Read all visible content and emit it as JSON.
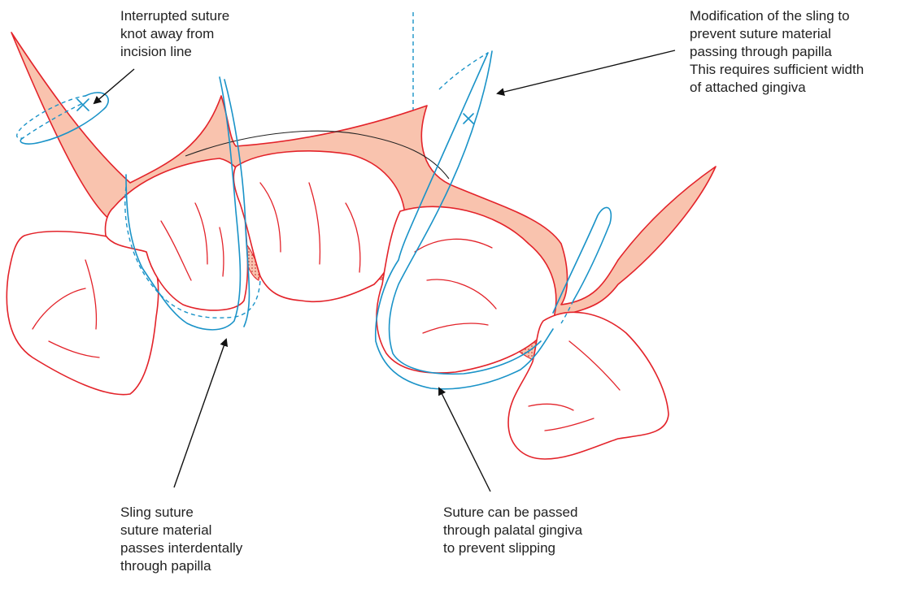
{
  "labels": {
    "interrupted_suture": [
      "Interrupted suture",
      "knot away from",
      "incision line"
    ],
    "sling_modification": [
      "Modification of the sling to",
      "prevent suture material",
      "passing through papilla",
      "This requires sufficient width",
      "of attached gingiva"
    ],
    "sling_suture": [
      "Sling suture",
      "suture material",
      "passes interdentally",
      "through papilla"
    ],
    "palatal_suture": [
      "Suture can be passed",
      "through palatal gingiva",
      "to prevent slipping"
    ]
  },
  "colors": {
    "gingiva_fill": "#f9c3ae",
    "outline": "#e3232a",
    "suture": "#1a93c8",
    "text": "#222222"
  }
}
